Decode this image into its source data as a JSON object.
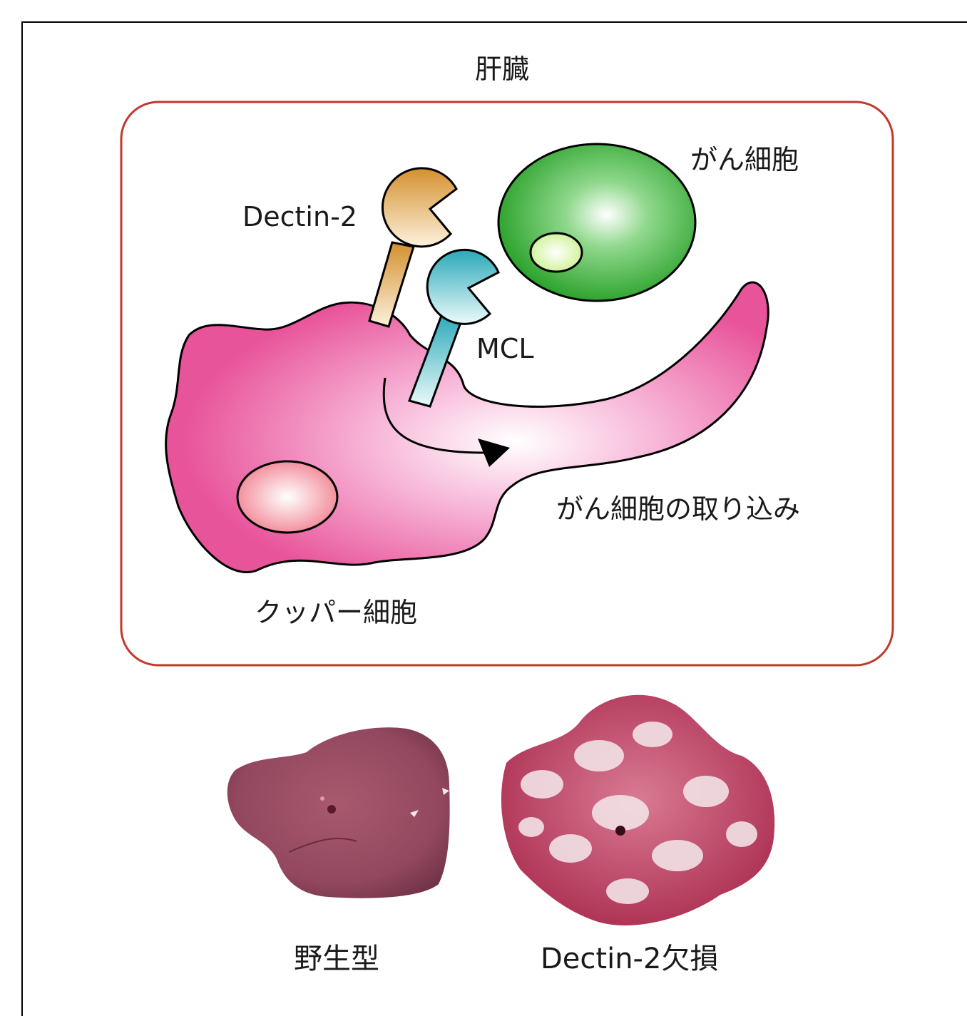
{
  "diagram": {
    "organ_label": "肝臓",
    "cancer_cell_label": "がん細胞",
    "dectin2_label": "Dectin-2",
    "mcl_label": "MCL",
    "uptake_label": "がん細胞の取り込み",
    "kupffer_label": "クッパー細胞",
    "colors": {
      "frame_border": "#c0392b",
      "kupffer_cell": "#e8589a",
      "cancer_cell": "#2fa32f",
      "dectin2_receptor": "#d9a04a",
      "mcl_receptor": "#3fb3bd"
    }
  },
  "photos": {
    "wild_type_label": "野生型",
    "knockout_label": "Dectin-2欠損"
  }
}
